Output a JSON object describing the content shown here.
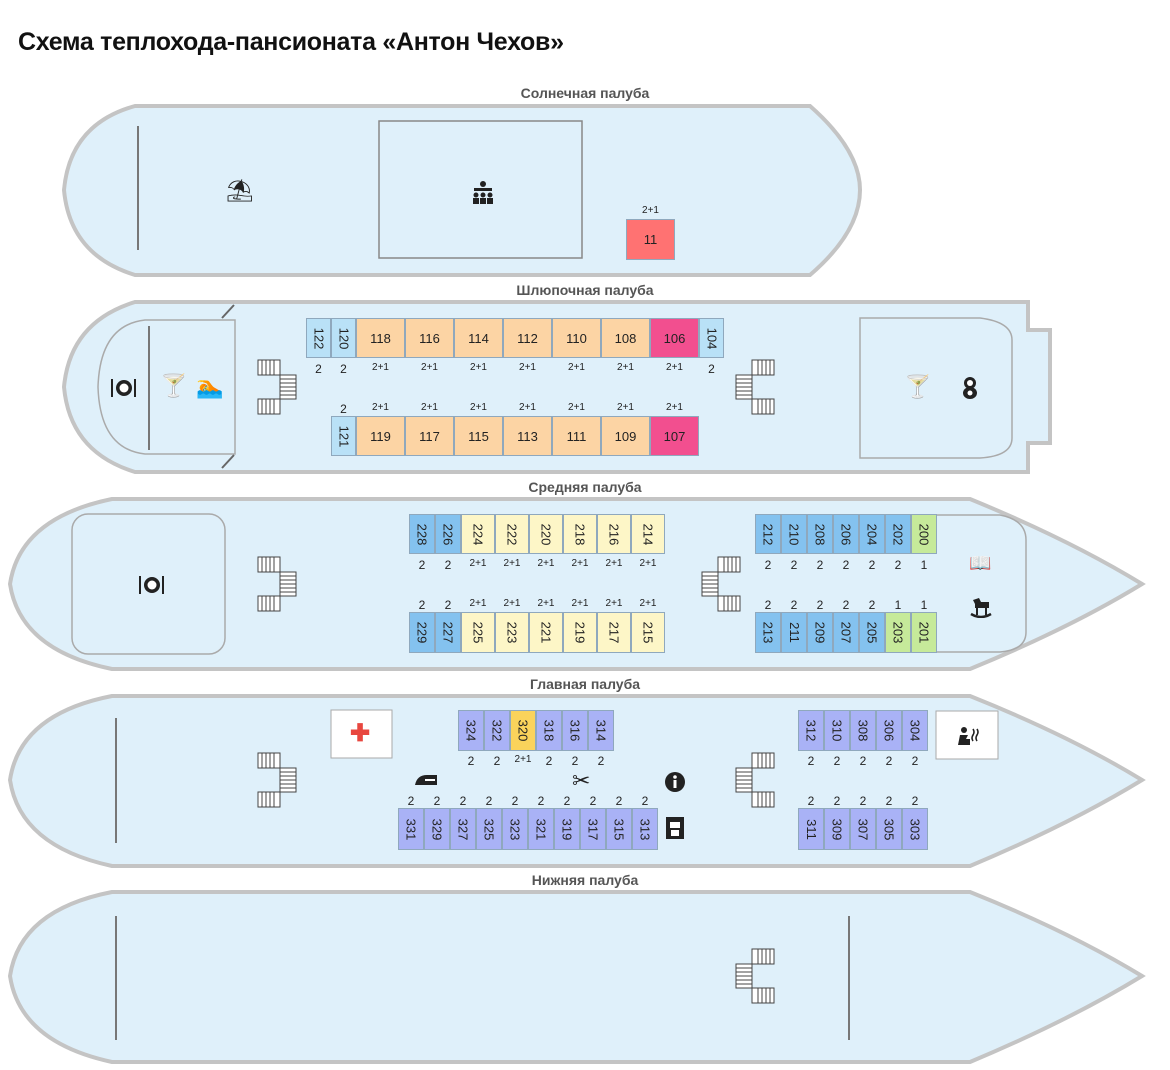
{
  "title": "Схема теплохода-пансионата «Антон Чехов»",
  "decks": {
    "sun": "Солнечная палуба",
    "boat": "Шлюпочная палуба",
    "middle": "Средняя палуба",
    "main": "Главная палуба",
    "lower": "Нижняя палуба"
  },
  "colors": {
    "hull_fill": "#dff0fa",
    "hull_stroke": "#c4c4c4",
    "single_blue": "#b9e1f7",
    "double_orange": "#fcd4a4",
    "lux_pink": "#f24f8f",
    "sun_red": "#ff7272",
    "middle_blue": "#84c2ef",
    "middle_yellow": "#fdf6c7",
    "middle_green": "#c6ea9a",
    "main_violet": "#a9b2f6",
    "main_gold": "#fad35b"
  },
  "icons": {
    "sun": [
      "beach-umbrella-icon",
      "conference-hall-icon"
    ],
    "boat": [
      "restaurant-icon",
      "bar-icon",
      "swimming-icon",
      "bar-icon",
      "kids-icon"
    ],
    "middle": [
      "restaurant-icon",
      "library-icon",
      "rocking-horse-icon"
    ],
    "main": [
      "medical-icon",
      "iron-icon",
      "scissors-icon",
      "info-icon",
      "coffee-machine-icon",
      "sauna-icon"
    ]
  },
  "cabins": {
    "sun": [
      {
        "num": "11",
        "cap": "2+1"
      }
    ],
    "boat_top": [
      {
        "num": "122",
        "cap": "2"
      },
      {
        "num": "120",
        "cap": "2"
      },
      {
        "num": "118",
        "cap": "2+1"
      },
      {
        "num": "116",
        "cap": "2+1"
      },
      {
        "num": "114",
        "cap": "2+1"
      },
      {
        "num": "112",
        "cap": "2+1"
      },
      {
        "num": "110",
        "cap": "2+1"
      },
      {
        "num": "108",
        "cap": "2+1"
      },
      {
        "num": "106",
        "cap": "2+1"
      },
      {
        "num": "104",
        "cap": "2"
      }
    ],
    "boat_bottom": [
      {
        "num": "121",
        "cap": "2"
      },
      {
        "num": "119",
        "cap": "2+1"
      },
      {
        "num": "117",
        "cap": "2+1"
      },
      {
        "num": "115",
        "cap": "2+1"
      },
      {
        "num": "113",
        "cap": "2+1"
      },
      {
        "num": "111",
        "cap": "2+1"
      },
      {
        "num": "109",
        "cap": "2+1"
      },
      {
        "num": "107",
        "cap": "2+1"
      }
    ],
    "mid_top_left": [
      {
        "num": "228",
        "cap": "2"
      },
      {
        "num": "226",
        "cap": "2"
      },
      {
        "num": "224",
        "cap": "2+1"
      },
      {
        "num": "222",
        "cap": "2+1"
      },
      {
        "num": "220",
        "cap": "2+1"
      },
      {
        "num": "218",
        "cap": "2+1"
      },
      {
        "num": "216",
        "cap": "2+1"
      },
      {
        "num": "214",
        "cap": "2+1"
      }
    ],
    "mid_bottom_left": [
      {
        "num": "229",
        "cap": "2"
      },
      {
        "num": "227",
        "cap": "2"
      },
      {
        "num": "225",
        "cap": "2+1"
      },
      {
        "num": "223",
        "cap": "2+1"
      },
      {
        "num": "221",
        "cap": "2+1"
      },
      {
        "num": "219",
        "cap": "2+1"
      },
      {
        "num": "217",
        "cap": "2+1"
      },
      {
        "num": "215",
        "cap": "2+1"
      }
    ],
    "mid_top_right": [
      {
        "num": "212",
        "cap": "2"
      },
      {
        "num": "210",
        "cap": "2"
      },
      {
        "num": "208",
        "cap": "2"
      },
      {
        "num": "206",
        "cap": "2"
      },
      {
        "num": "204",
        "cap": "2"
      },
      {
        "num": "202",
        "cap": "2"
      },
      {
        "num": "200",
        "cap": "1"
      }
    ],
    "mid_bottom_right": [
      {
        "num": "213",
        "cap": "2"
      },
      {
        "num": "211",
        "cap": "2"
      },
      {
        "num": "209",
        "cap": "2"
      },
      {
        "num": "207",
        "cap": "2"
      },
      {
        "num": "205",
        "cap": "2"
      },
      {
        "num": "203",
        "cap": "1"
      },
      {
        "num": "201",
        "cap": "1"
      }
    ],
    "main_top_left": [
      {
        "num": "324",
        "cap": "2"
      },
      {
        "num": "322",
        "cap": "2"
      },
      {
        "num": "320",
        "cap": "2+1"
      },
      {
        "num": "318",
        "cap": "2"
      },
      {
        "num": "316",
        "cap": "2"
      },
      {
        "num": "314",
        "cap": "2"
      }
    ],
    "main_bottom_left": [
      {
        "num": "331",
        "cap": "2"
      },
      {
        "num": "329",
        "cap": "2"
      },
      {
        "num": "327",
        "cap": "2"
      },
      {
        "num": "325",
        "cap": "2"
      },
      {
        "num": "323",
        "cap": "2"
      },
      {
        "num": "321",
        "cap": "2"
      },
      {
        "num": "319",
        "cap": "2"
      },
      {
        "num": "317",
        "cap": "2"
      },
      {
        "num": "315",
        "cap": "2"
      },
      {
        "num": "313",
        "cap": "2"
      }
    ],
    "main_top_right": [
      {
        "num": "312",
        "cap": "2"
      },
      {
        "num": "310",
        "cap": "2"
      },
      {
        "num": "308",
        "cap": "2"
      },
      {
        "num": "306",
        "cap": "2"
      },
      {
        "num": "304",
        "cap": "2"
      }
    ],
    "main_bottom_right": [
      {
        "num": "311",
        "cap": "2"
      },
      {
        "num": "309",
        "cap": "2"
      },
      {
        "num": "307",
        "cap": "2"
      },
      {
        "num": "305",
        "cap": "2"
      },
      {
        "num": "303",
        "cap": "2"
      }
    ]
  }
}
